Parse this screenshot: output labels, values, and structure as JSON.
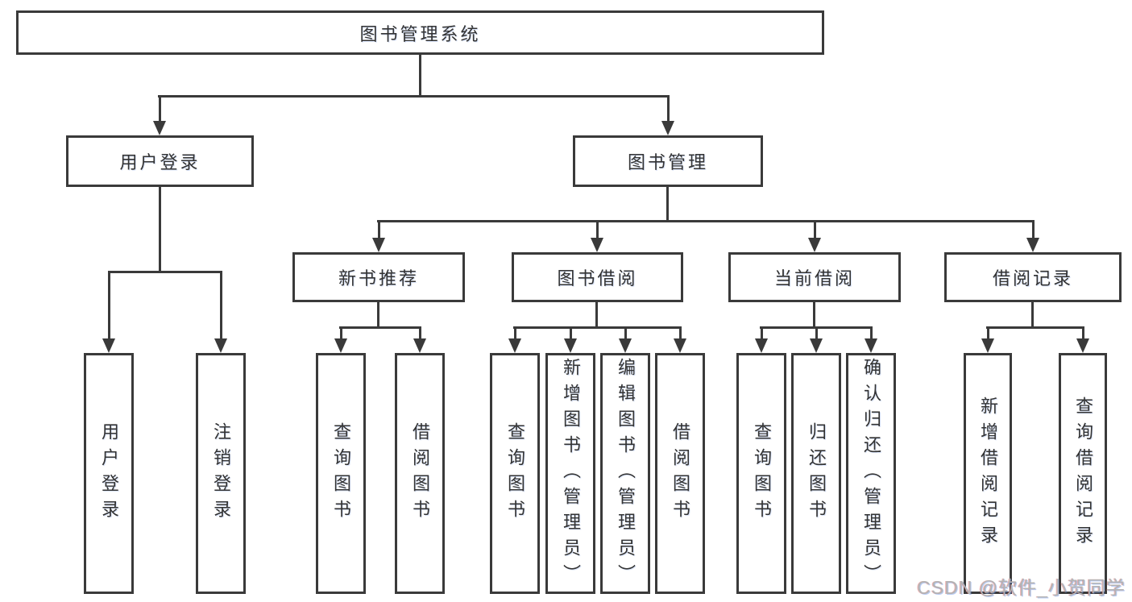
{
  "diagram": {
    "root": {
      "label": "图书管理系统"
    },
    "level2": [
      {
        "label": "用户登录"
      },
      {
        "label": "图书管理"
      }
    ],
    "level3": [
      {
        "label": "新书推荐"
      },
      {
        "label": "图书借阅"
      },
      {
        "label": "当前借阅"
      },
      {
        "label": "借阅记录"
      }
    ],
    "leaves": [
      {
        "label": "用户登录"
      },
      {
        "label": "注销登录"
      },
      {
        "label": "查询图书"
      },
      {
        "label": "借阅图书"
      },
      {
        "label": "查询图书"
      },
      {
        "label": "新增图书（管理员）"
      },
      {
        "label": "编辑图书（管理员）"
      },
      {
        "label": "借阅图书"
      },
      {
        "label": "查询图书"
      },
      {
        "label": "归还图书"
      },
      {
        "label": "确认归还（管理员）"
      },
      {
        "label": "新增借阅记录"
      },
      {
        "label": "查询借阅记录"
      }
    ],
    "hierarchy": {
      "图书管理系统": [
        "用户登录",
        "图书管理"
      ],
      "用户登录": [
        "用户登录",
        "注销登录"
      ],
      "图书管理": [
        "新书推荐",
        "图书借阅",
        "当前借阅",
        "借阅记录"
      ],
      "新书推荐": [
        "查询图书",
        "借阅图书"
      ],
      "图书借阅": [
        "查询图书",
        "新增图书（管理员）",
        "编辑图书（管理员）",
        "借阅图书"
      ],
      "当前借阅": [
        "查询图书",
        "归还图书",
        "确认归还（管理员）"
      ],
      "借阅记录": [
        "新增借阅记录",
        "查询借阅记录"
      ]
    },
    "colors": {
      "line": "#3a3a3a",
      "text": "#333333",
      "box_fill": "#ffffff"
    }
  },
  "watermark": {
    "text": "CSDN @软件_小贺同学",
    "color": "#b4b4b4"
  }
}
